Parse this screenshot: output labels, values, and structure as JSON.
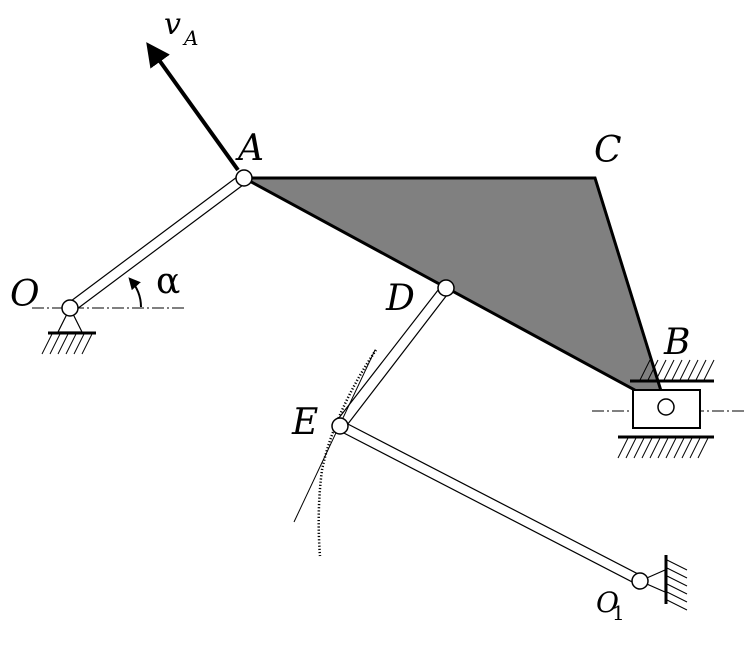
{
  "labels": {
    "v": "v",
    "v_sub": "A",
    "A": "A",
    "C": "C",
    "O": "O",
    "alpha": "α",
    "D": "D",
    "B": "B",
    "E": "E",
    "O1": "O",
    "O1_sub": "1"
  },
  "colors": {
    "plate": "#808080",
    "line": "#000000",
    "joint_fill": "#ffffff"
  }
}
